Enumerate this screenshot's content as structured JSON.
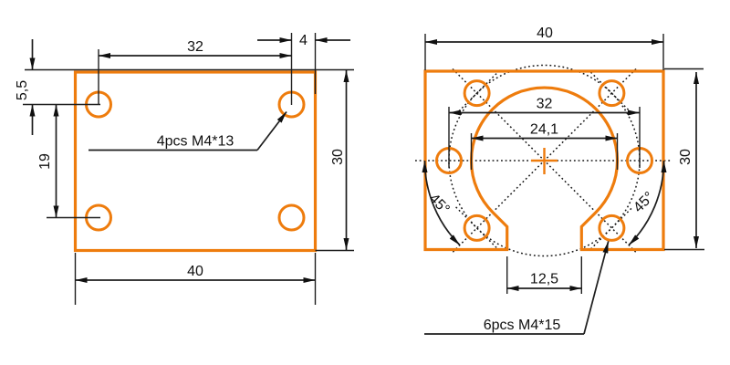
{
  "drawing": {
    "type": "engineering-dimension-drawing",
    "units": "mm",
    "colors": {
      "part_outline": "#ee7c0d",
      "dimension_lines": "#1e1e1e",
      "background": "#ffffff"
    },
    "left_view": {
      "shape": "rectangular mounting face with 4 corner holes",
      "dims": {
        "hole_spacing_x": "32",
        "edge_offset": "4",
        "top_offset": "5,5",
        "hole_spacing_y": "19",
        "height": "30",
        "width": "40"
      },
      "label": "4pcs M4*13"
    },
    "right_view": {
      "shape": "front face with open bore, slot and 6 holes on bolt circle",
      "dims": {
        "width": "40",
        "height": "30",
        "bolt_circle": "32",
        "bore_diameter": "24,1",
        "slot_width": "12,5",
        "angle_left": "45°",
        "angle_right": "45°"
      },
      "label": "6pcs M4*15"
    }
  }
}
